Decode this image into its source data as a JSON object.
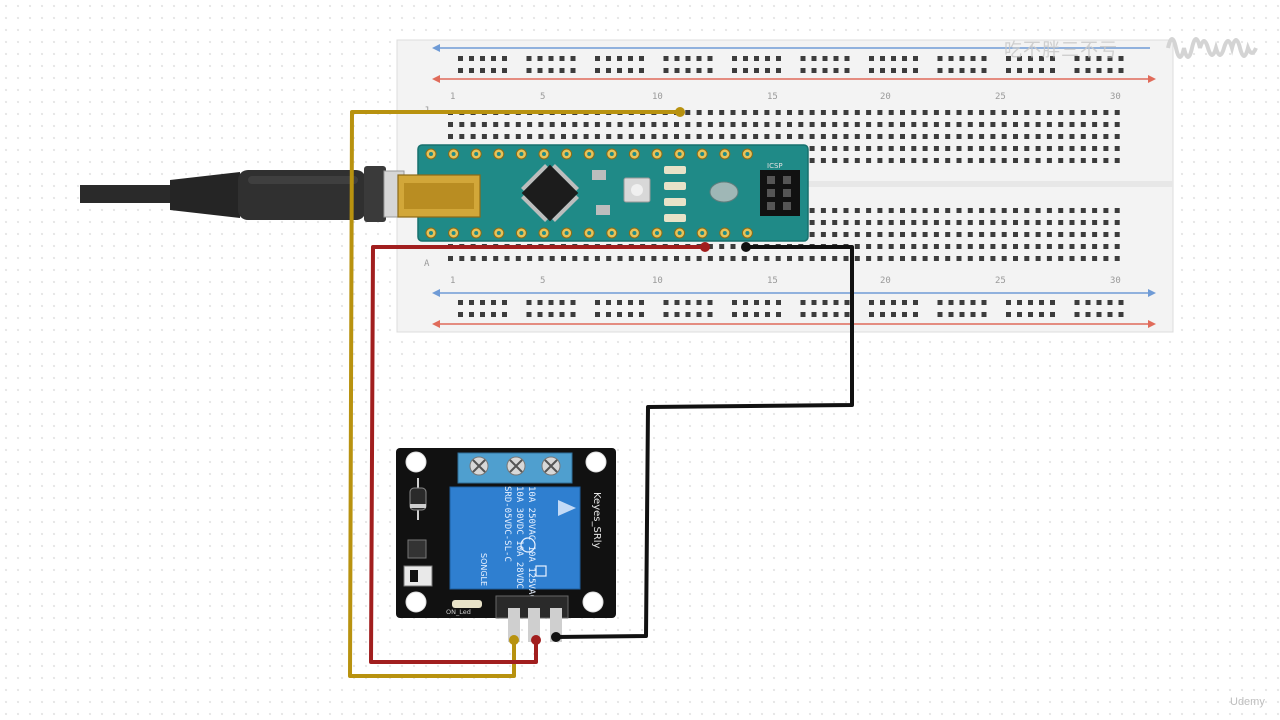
{
  "breadboard": {
    "column_labels": [
      "1",
      "5",
      "10",
      "15",
      "20",
      "25",
      "30"
    ],
    "row_labels_top": [
      "J"
    ],
    "row_labels_bottom": [
      "A"
    ]
  },
  "arduino": {
    "icsp_label": "ICSP"
  },
  "relay": {
    "relay_text_lines": [
      "10A 250VAC 10A 125VAC",
      "10A 30VDC 10A 28VDC",
      "SRD-05VDC-SL-C"
    ],
    "brand_label": "SONGLE",
    "module_label": "Keyes_SRly",
    "led_label": "ON_Led"
  },
  "watermark": {
    "text": "吃不胖三不亏"
  },
  "footer": {
    "brand": "Udemy"
  },
  "colors": {
    "wire_yellow": "#b8920f",
    "wire_red": "#a11e1e",
    "wire_black": "#111111",
    "arduino_board": "#1f8a87",
    "relay_board": "#111111",
    "relay_body": "#2f7fd0",
    "terminal_block": "#4f9fcf"
  }
}
